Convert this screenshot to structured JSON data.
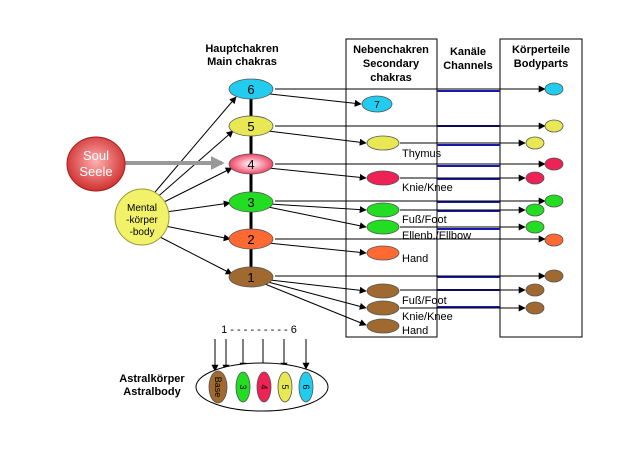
{
  "colors": {
    "base": "#a0692f",
    "sacral": "#ff6a33",
    "solar": "#22dd22",
    "heart": "#ee2255",
    "throat": "#e8e855",
    "brow": "#22ccee",
    "crown": "#22ccee",
    "mental": "#f2f26a",
    "soul_outer": "#cc2a2a",
    "soul_inner": "#ff9a9a",
    "channel": "#1a1aaa"
  },
  "headers": {
    "main_de": "Hauptchakren",
    "main_en": "Main chakras",
    "secondary_de": "Nebenchakren",
    "secondary_en": "Secondary",
    "secondary_en2": "chakras",
    "channels_de": "Kanäle",
    "channels_en": "Channels",
    "body_de": "Körperteile",
    "body_en": "Bodyparts"
  },
  "soul": {
    "line1": "Soul",
    "line2": "Seele"
  },
  "mental": {
    "line1": "Mental",
    "line2": "-körper",
    "line3": "-body"
  },
  "main_chakras": [
    {
      "label": "6",
      "color_key": "brow"
    },
    {
      "label": "5",
      "color_key": "throat"
    },
    {
      "label": "4",
      "color_key": "heart"
    },
    {
      "label": "3",
      "color_key": "solar"
    },
    {
      "label": "2",
      "color_key": "sacral"
    },
    {
      "label": "1",
      "color_key": "base"
    }
  ],
  "secondary_chakras": [
    {
      "label": "7",
      "color_key": "crown"
    },
    {
      "label": "Thymus",
      "color_key": "throat"
    },
    {
      "label": "Knie/Knee",
      "color_key": "heart"
    },
    {
      "label": "Fuß/Foot",
      "color_key": "solar"
    },
    {
      "label": "Ellenb./Ellbow",
      "color_key": "solar"
    },
    {
      "label": "Hand",
      "color_key": "sacral"
    },
    {
      "label": "",
      "color_key": "base"
    },
    {
      "label": "Fuß/Foot",
      "color_key": "base"
    },
    {
      "label": "Knie/Knee",
      "color_key": "base"
    },
    {
      "label": "Hand",
      "color_key": "base"
    }
  ],
  "astral": {
    "title1": "Astralkörper",
    "title2": "Astralbody",
    "range": "1 - - - - - - - - - 6",
    "chakras": [
      {
        "label": "Base",
        "color_key": "base"
      },
      {
        "label": "3",
        "color_key": "solar"
      },
      {
        "label": "4",
        "color_key": "heart"
      },
      {
        "label": "5",
        "color_key": "throat"
      },
      {
        "label": "6",
        "color_key": "brow"
      }
    ]
  }
}
